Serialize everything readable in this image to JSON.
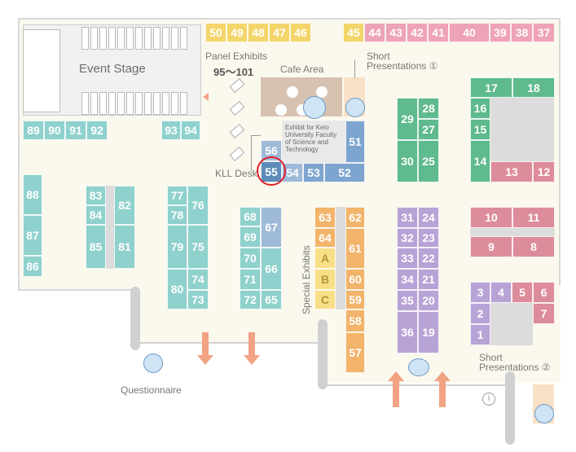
{
  "colors": {
    "teal": "#8fd1cd",
    "yellow": "#f4d56a",
    "pink": "#eea3b6",
    "green": "#5fba8d",
    "purple": "#b8a3d6",
    "rose": "#dd8c9c",
    "orange": "#f2b46a",
    "light_blue": "#9fbad8",
    "dark_blue": "#5f8cb8",
    "highlight": "#e0202a",
    "arrows": "#f2a383"
  },
  "labels": {
    "event_stage": "Event Stage",
    "panel_exhibits": "Panel Exhibits",
    "panel_range": "95～101",
    "cafe_area": "Cafe Area",
    "short_pres_1a": "Short",
    "short_pres_1b": "Presentations ①",
    "short_pres_2a": "Short",
    "short_pres_2b": "Presentations ②",
    "kll_desk": "KLL Desk",
    "keio_exhibit": "Exhibit for Keio University Faculty of Science and Technology",
    "special_exhibits": "Special Exhibits",
    "questionnaire": "Questionnaire"
  },
  "booths": {
    "top_yellow": [
      "50",
      "49",
      "48",
      "47",
      "46",
      "45"
    ],
    "top_pink": [
      "44",
      "43",
      "42",
      "41",
      "40",
      "39",
      "38",
      "37"
    ],
    "left_row": [
      "89",
      "90",
      "91",
      "92",
      "93",
      "94"
    ],
    "col88": [
      "88",
      "87",
      "86"
    ],
    "col83": [
      "83",
      "84",
      "85"
    ],
    "col82": [
      "82",
      "81"
    ],
    "col77": [
      "77",
      "78",
      "79",
      "80"
    ],
    "col76": [
      "76",
      "75",
      "74",
      "73"
    ],
    "col68": [
      "68",
      "69",
      "70",
      "71",
      "72"
    ],
    "col67": [
      "67",
      "66",
      "65"
    ],
    "center_blue": [
      "56",
      "55",
      "54",
      "53",
      "52",
      "51"
    ],
    "special": [
      "A",
      "B",
      "C"
    ],
    "col63": [
      "63",
      "64"
    ],
    "col62": [
      "62",
      "61",
      "60",
      "59",
      "58",
      "57"
    ],
    "col29": [
      "29",
      "30"
    ],
    "col28": [
      "28",
      "27",
      "25"
    ],
    "col31": [
      "31",
      "32",
      "33",
      "34",
      "35",
      "36"
    ],
    "col24": [
      "24",
      "23",
      "22",
      "21",
      "20",
      "19"
    ],
    "right_green": [
      "17",
      "18",
      "16",
      "15",
      "14"
    ],
    "right_rose": [
      "13",
      "12",
      "10",
      "11",
      "9",
      "8"
    ],
    "right_purple": [
      "3",
      "4",
      "2",
      "1"
    ],
    "right_rose2": [
      "5",
      "6",
      "7"
    ]
  },
  "highlighted_booth": "55"
}
